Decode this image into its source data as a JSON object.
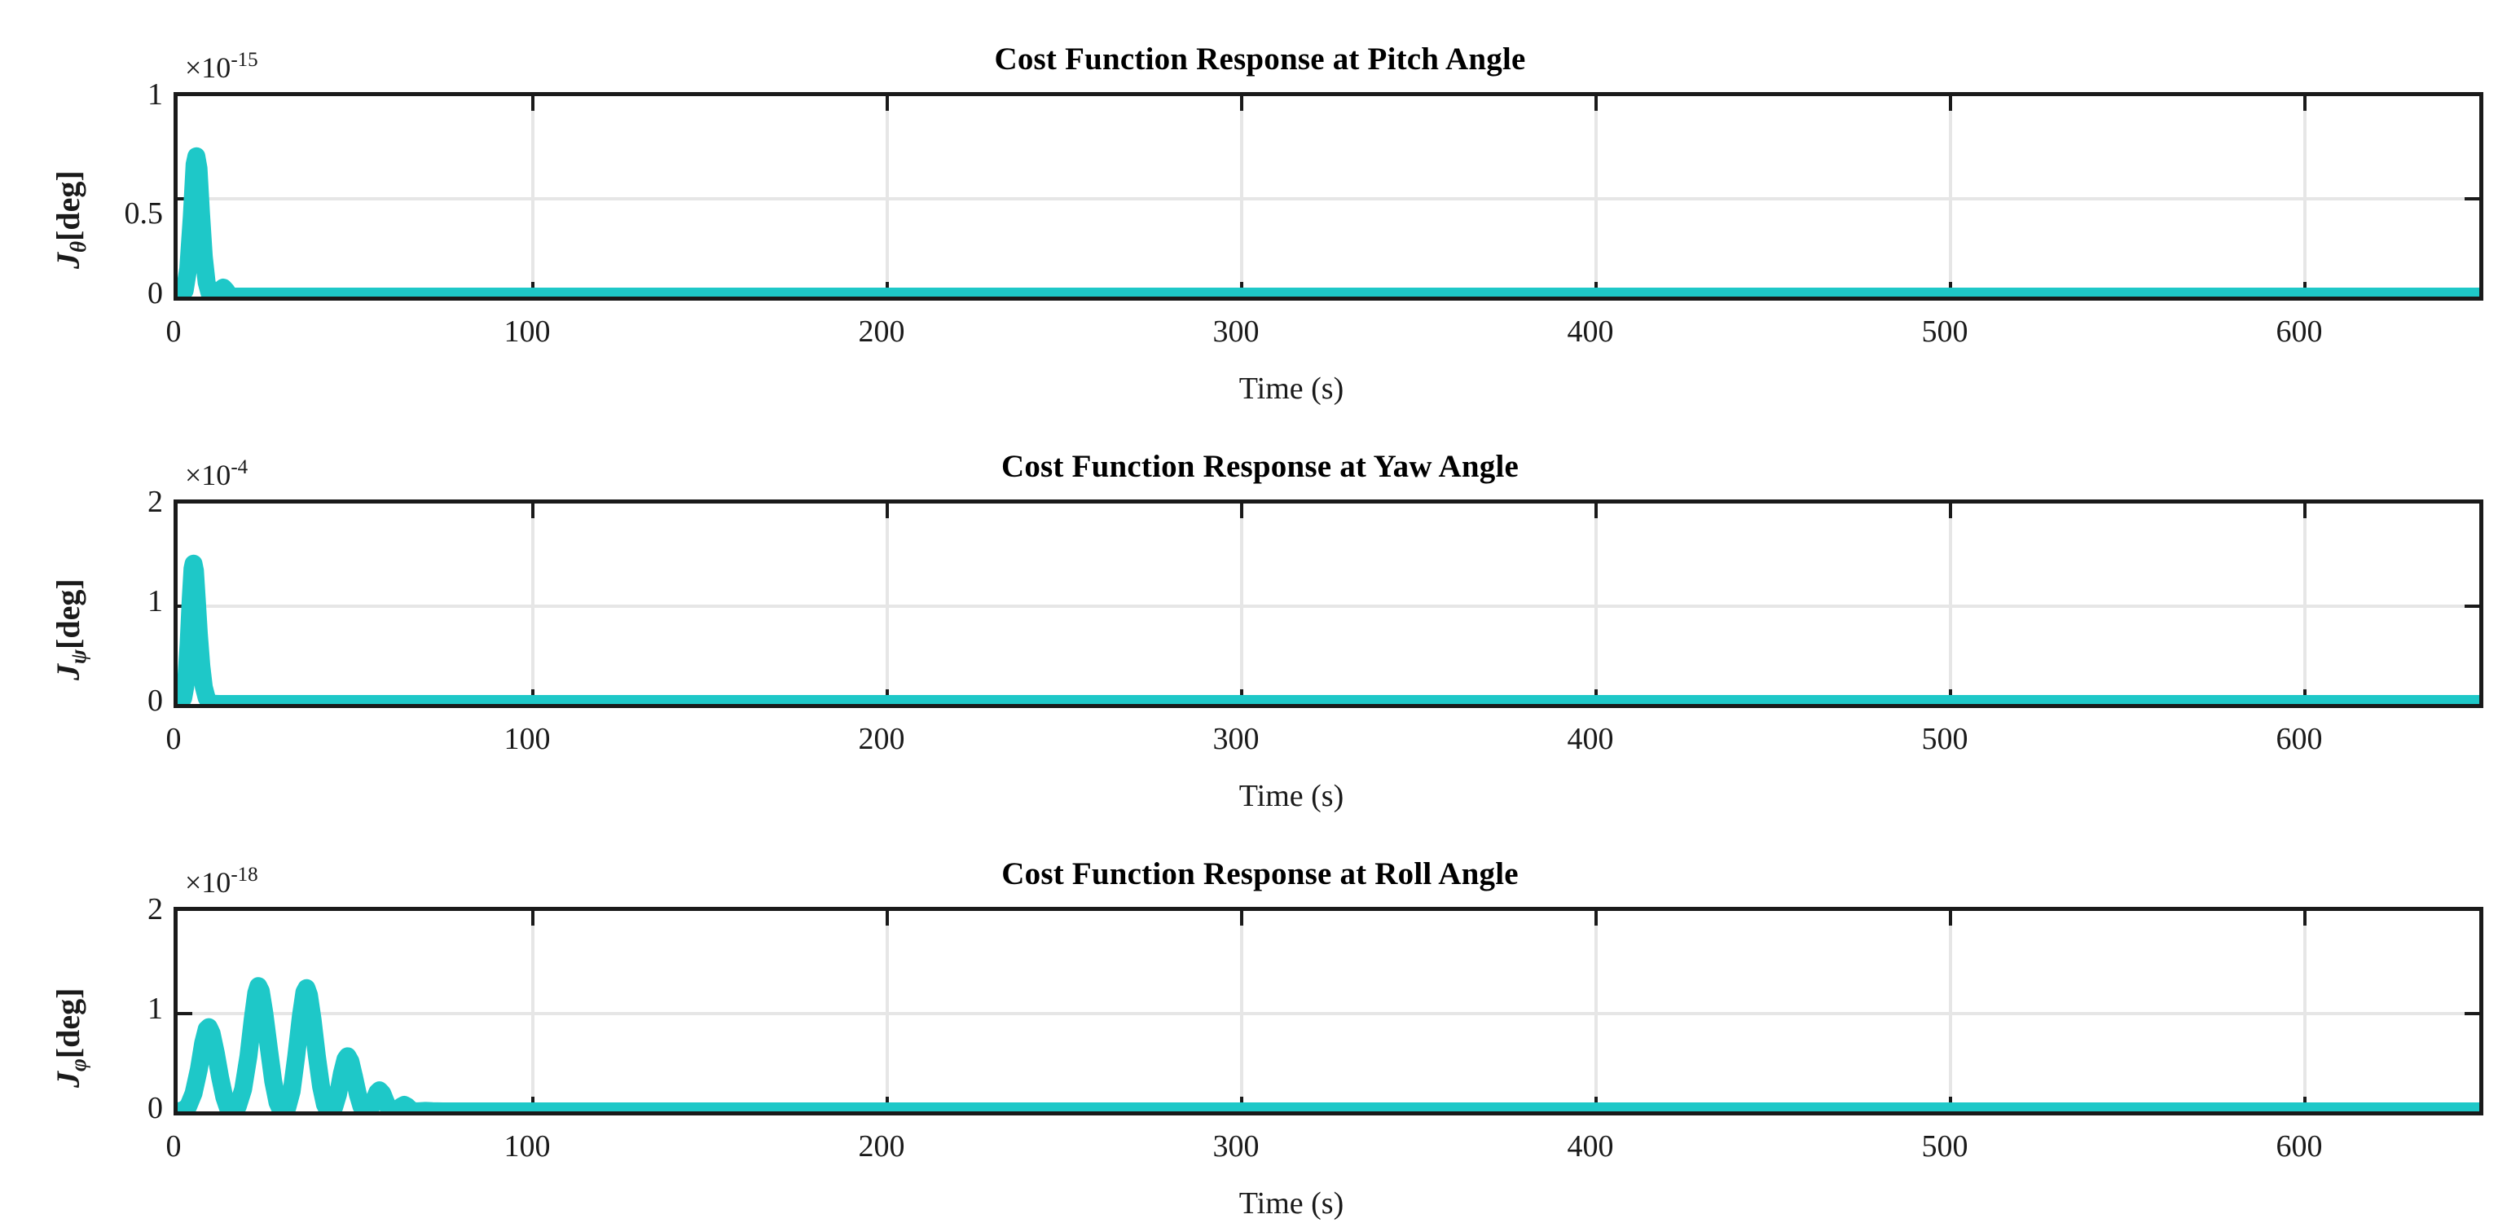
{
  "figure": {
    "background": "#ffffff",
    "line_color": "#1ec8c8",
    "axis_color": "#1a1a1a",
    "grid_color": "#e6e6e6"
  },
  "chart_data": [
    {
      "type": "line",
      "title": "Cost Function Response at Pitch Angle",
      "xlabel": "Time (s)",
      "ylabel_base": "J",
      "ylabel_sub": "θ",
      "ylabel_unit": "[deg]",
      "y_exponent_label": "×10",
      "y_exponent_value": "-15",
      "xlim": [
        0,
        650
      ],
      "ylim": [
        0,
        1
      ],
      "xticks": [
        0,
        100,
        200,
        300,
        400,
        500,
        600
      ],
      "xticklabels": [
        "0",
        "100",
        "200",
        "300",
        "400",
        "500",
        "600"
      ],
      "yticks": [
        0,
        0.5,
        1
      ],
      "yticklabels": [
        "0",
        "0.5",
        "1"
      ],
      "grid": true,
      "series": [
        {
          "name": "J_theta",
          "points": [
            [
              0,
              0
            ],
            [
              1,
              0.005
            ],
            [
              2,
              0.03
            ],
            [
              3,
              0.14
            ],
            [
              4,
              0.4
            ],
            [
              4.8,
              0.66
            ],
            [
              5.3,
              0.7
            ],
            [
              5.9,
              0.64
            ],
            [
              6.6,
              0.42
            ],
            [
              7.4,
              0.2
            ],
            [
              8.2,
              0.07
            ],
            [
              9,
              0.018
            ],
            [
              9.8,
              0.004
            ],
            [
              10.6,
              0.0
            ],
            [
              11.4,
              0.012
            ],
            [
              12.2,
              0.035
            ],
            [
              12.9,
              0.045
            ],
            [
              13.6,
              0.032
            ],
            [
              14.4,
              0.012
            ],
            [
              15.2,
              0.002
            ],
            [
              16,
              0
            ],
            [
              20,
              0
            ],
            [
              40,
              0
            ],
            [
              100,
              0
            ],
            [
              200,
              0
            ],
            [
              300,
              0
            ],
            [
              400,
              0
            ],
            [
              500,
              0
            ],
            [
              600,
              0
            ],
            [
              650,
              0
            ]
          ]
        }
      ]
    },
    {
      "type": "line",
      "title": "Cost Function Response at Yaw Angle",
      "xlabel": "Time (s)",
      "ylabel_base": "J",
      "ylabel_sub": "ψ",
      "ylabel_unit": "[deg]",
      "y_exponent_label": "×10",
      "y_exponent_value": "-4",
      "xlim": [
        0,
        650
      ],
      "ylim": [
        0,
        2
      ],
      "xticks": [
        0,
        100,
        200,
        300,
        400,
        500,
        600
      ],
      "xticklabels": [
        "0",
        "100",
        "200",
        "300",
        "400",
        "500",
        "600"
      ],
      "yticks": [
        0,
        1,
        2
      ],
      "yticklabels": [
        "0",
        "1",
        "2"
      ],
      "grid": true,
      "series": [
        {
          "name": "J_psi",
          "points": [
            [
              0,
              0
            ],
            [
              0.8,
              0.01
            ],
            [
              1.6,
              0.06
            ],
            [
              2.4,
              0.22
            ],
            [
              3.1,
              0.6
            ],
            [
              3.7,
              1.05
            ],
            [
              4.2,
              1.35
            ],
            [
              4.5,
              1.4
            ],
            [
              4.9,
              1.33
            ],
            [
              5.4,
              1.05
            ],
            [
              6.0,
              0.7
            ],
            [
              6.7,
              0.38
            ],
            [
              7.4,
              0.17
            ],
            [
              8.2,
              0.06
            ],
            [
              9.0,
              0.018
            ],
            [
              9.8,
              0.005
            ],
            [
              10.8,
              0.001
            ],
            [
              12,
              0
            ],
            [
              20,
              0
            ],
            [
              50,
              0
            ],
            [
              100,
              0
            ],
            [
              200,
              0
            ],
            [
              300,
              0
            ],
            [
              400,
              0
            ],
            [
              500,
              0
            ],
            [
              600,
              0
            ],
            [
              650,
              0
            ]
          ]
        }
      ]
    },
    {
      "type": "line",
      "title": "Cost Function Response at Roll Angle",
      "xlabel": "Time (s)",
      "ylabel_base": "J",
      "ylabel_sub": "φ",
      "ylabel_unit": "[deg]",
      "y_exponent_label": "×10",
      "y_exponent_value": "-18",
      "xlim": [
        0,
        650
      ],
      "ylim": [
        0,
        2
      ],
      "xticks": [
        0,
        100,
        200,
        300,
        400,
        500,
        600
      ],
      "xticklabels": [
        "0",
        "100",
        "200",
        "300",
        "400",
        "500",
        "600"
      ],
      "yticks": [
        0,
        1,
        2
      ],
      "yticklabels": [
        "0",
        "1",
        "2"
      ],
      "grid": true,
      "series": [
        {
          "name": "J_phi",
          "points": [
            [
              0,
              0
            ],
            [
              1.5,
              0.01
            ],
            [
              3,
              0.05
            ],
            [
              4.5,
              0.18
            ],
            [
              6,
              0.42
            ],
            [
              7.2,
              0.68
            ],
            [
              8.2,
              0.82
            ],
            [
              8.8,
              0.84
            ],
            [
              9.6,
              0.78
            ],
            [
              10.8,
              0.58
            ],
            [
              12,
              0.34
            ],
            [
              13.2,
              0.14
            ],
            [
              14.2,
              0.035
            ],
            [
              15,
              0.002
            ],
            [
              15.8,
              0
            ],
            [
              17,
              0.05
            ],
            [
              18.5,
              0.22
            ],
            [
              20,
              0.55
            ],
            [
              21.2,
              0.92
            ],
            [
              22.2,
              1.18
            ],
            [
              22.8,
              1.25
            ],
            [
              23.5,
              1.2
            ],
            [
              24.5,
              0.98
            ],
            [
              25.8,
              0.62
            ],
            [
              27,
              0.3
            ],
            [
              28.2,
              0.09
            ],
            [
              29.2,
              0.01
            ],
            [
              30,
              0
            ],
            [
              31,
              0.04
            ],
            [
              32.2,
              0.2
            ],
            [
              33.5,
              0.55
            ],
            [
              34.8,
              0.95
            ],
            [
              35.8,
              1.19
            ],
            [
              36.4,
              1.23
            ],
            [
              37.1,
              1.16
            ],
            [
              38.1,
              0.92
            ],
            [
              39.3,
              0.56
            ],
            [
              40.5,
              0.25
            ],
            [
              41.6,
              0.07
            ],
            [
              42.5,
              0.005
            ],
            [
              43.2,
              0
            ],
            [
              44.2,
              0.04
            ],
            [
              45.3,
              0.17
            ],
            [
              46.4,
              0.38
            ],
            [
              47.4,
              0.52
            ],
            [
              48.0,
              0.55
            ],
            [
              48.8,
              0.5
            ],
            [
              49.8,
              0.35
            ],
            [
              50.9,
              0.17
            ],
            [
              51.9,
              0.05
            ],
            [
              52.7,
              0.003
            ],
            [
              53.5,
              0
            ],
            [
              54.5,
              0.03
            ],
            [
              55.5,
              0.11
            ],
            [
              56.4,
              0.19
            ],
            [
              57.0,
              0.21
            ],
            [
              57.8,
              0.18
            ],
            [
              58.7,
              0.1
            ],
            [
              59.6,
              0.03
            ],
            [
              60.4,
              0.002
            ],
            [
              61.2,
              0
            ],
            [
              62.2,
              0.015
            ],
            [
              63.2,
              0.05
            ],
            [
              64.0,
              0.065
            ],
            [
              64.8,
              0.05
            ],
            [
              65.7,
              0.02
            ],
            [
              66.5,
              0.003
            ],
            [
              67.5,
              0
            ],
            [
              70,
              0.005
            ],
            [
              72,
              0.002
            ],
            [
              75,
              0
            ],
            [
              80,
              0
            ],
            [
              100,
              0
            ],
            [
              150,
              0
            ],
            [
              200,
              0
            ],
            [
              300,
              0
            ],
            [
              400,
              0
            ],
            [
              500,
              0
            ],
            [
              600,
              0
            ],
            [
              650,
              0
            ]
          ]
        }
      ]
    }
  ]
}
